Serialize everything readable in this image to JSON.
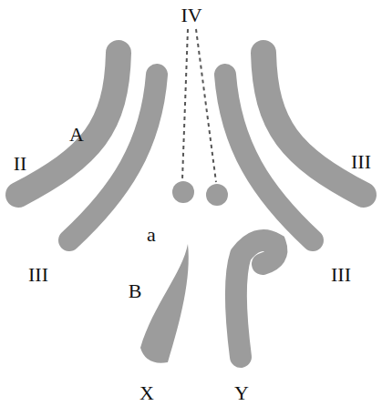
{
  "diagram": {
    "labels": [
      "IV",
      "A",
      "II",
      "III",
      "a",
      "III",
      "III",
      "B",
      "X",
      "Y"
    ]
  }
}
